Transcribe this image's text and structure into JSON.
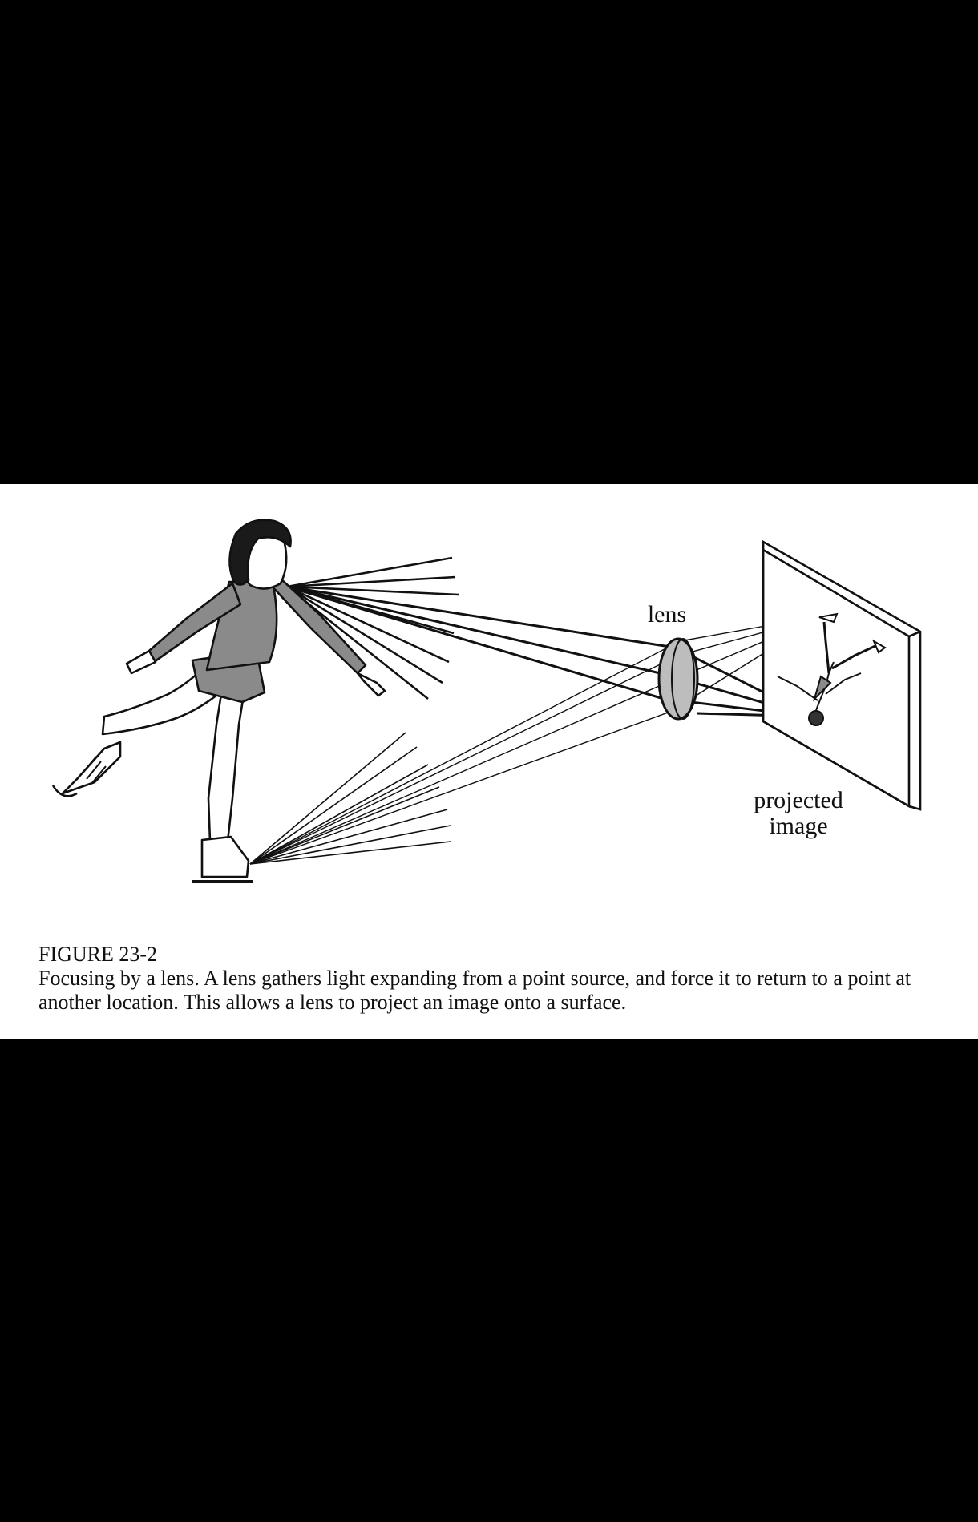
{
  "figure": {
    "labels": {
      "lens": "lens",
      "projected_line1": "projected",
      "projected_line2": "image"
    },
    "caption": {
      "number": "FIGURE 23-2",
      "text": "Focusing by a lens.  A lens gathers light expanding from a point source, and force it to return to a point at another location.  This allows a lens to project an image onto a surface."
    },
    "colors": {
      "background": "#000000",
      "panel": "#ffffff",
      "ink": "#111111",
      "skater_fill": "#8a8a8a",
      "lens_fill": "#bdbdbd"
    }
  }
}
